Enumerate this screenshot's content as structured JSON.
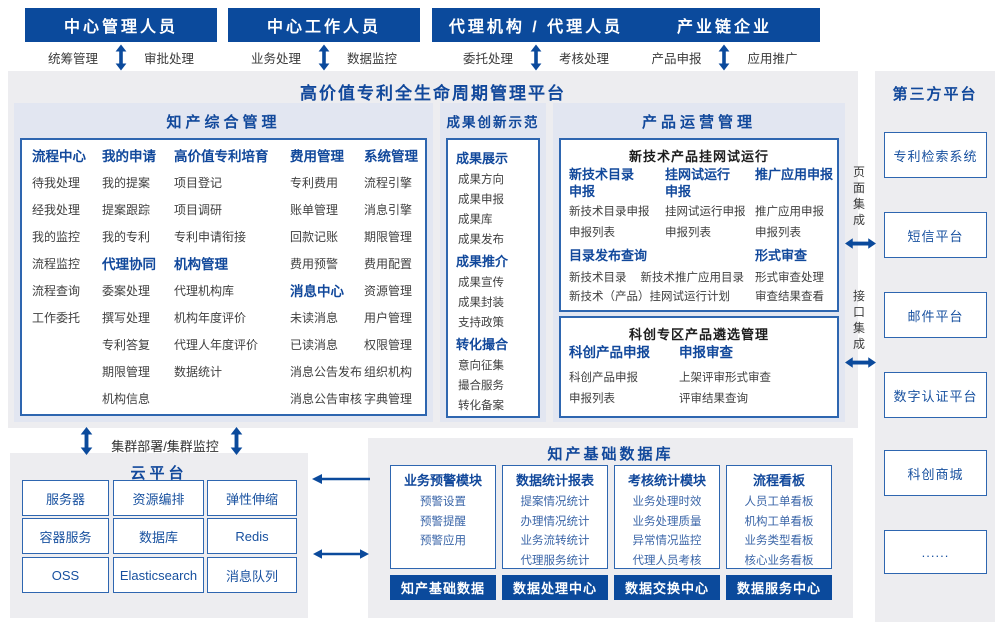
{
  "colors": {
    "primary": "#0b4a9c",
    "border": "#2e66b0",
    "heading": "#11489b",
    "panel_bg": "#e2e6f1",
    "container_bg": "#ededf0"
  },
  "actors": [
    {
      "title": "中心管理人员",
      "left": "统筹管理",
      "right": "审批处理"
    },
    {
      "title": "中心工作人员",
      "left": "业务处理",
      "right": "数据监控"
    },
    {
      "title": "代理机构 / 代理人员",
      "left": "委托处理",
      "right": "考核处理"
    },
    {
      "title": "产业链企业",
      "left": "产品申报",
      "right": "应用推广"
    }
  ],
  "platform_title": "高价值专利全生命周期管理平台",
  "ip_mgmt": {
    "title": "知产综合管理",
    "columns": [
      [
        {
          "t": "h",
          "x": "流程中心"
        },
        {
          "t": "i",
          "x": "待我处理"
        },
        {
          "t": "i",
          "x": "经我处理"
        },
        {
          "t": "i",
          "x": "我的监控"
        },
        {
          "t": "i",
          "x": "流程监控"
        },
        {
          "t": "i",
          "x": "流程查询"
        },
        {
          "t": "i",
          "x": "工作委托"
        }
      ],
      [
        {
          "t": "h",
          "x": "我的申请"
        },
        {
          "t": "i",
          "x": "我的提案"
        },
        {
          "t": "i",
          "x": "提案跟踪"
        },
        {
          "t": "i",
          "x": "我的专利"
        },
        {
          "t": "h",
          "x": "代理协同"
        },
        {
          "t": "i",
          "x": "委案处理"
        },
        {
          "t": "i",
          "x": "撰写处理"
        },
        {
          "t": "i",
          "x": "专利答复"
        },
        {
          "t": "i",
          "x": "期限管理"
        },
        {
          "t": "i",
          "x": "机构信息"
        }
      ],
      [
        {
          "t": "h",
          "x": "高价值专利培育"
        },
        {
          "t": "i",
          "x": "项目登记"
        },
        {
          "t": "i",
          "x": "项目调研"
        },
        {
          "t": "i",
          "x": "专利申请衔接"
        },
        {
          "t": "h",
          "x": "机构管理"
        },
        {
          "t": "i",
          "x": "代理机构库"
        },
        {
          "t": "i",
          "x": "机构年度评价"
        },
        {
          "t": "i",
          "x": "代理人年度评价"
        },
        {
          "t": "i",
          "x": "数据统计"
        }
      ],
      [
        {
          "t": "h",
          "x": "费用管理"
        },
        {
          "t": "i",
          "x": "专利费用"
        },
        {
          "t": "i",
          "x": "账单管理"
        },
        {
          "t": "i",
          "x": "回款记账"
        },
        {
          "t": "i",
          "x": "费用预警"
        },
        {
          "t": "h",
          "x": "消息中心"
        },
        {
          "t": "i",
          "x": "未读消息"
        },
        {
          "t": "i",
          "x": "已读消息"
        },
        {
          "t": "i",
          "x": "消息公告发布"
        },
        {
          "t": "i",
          "x": "消息公告审核"
        }
      ],
      [
        {
          "t": "h",
          "x": "系统管理"
        },
        {
          "t": "i",
          "x": "流程引擎"
        },
        {
          "t": "i",
          "x": "消息引擎"
        },
        {
          "t": "i",
          "x": "期限管理"
        },
        {
          "t": "i",
          "x": "费用配置"
        },
        {
          "t": "i",
          "x": "资源管理"
        },
        {
          "t": "i",
          "x": "用户管理"
        },
        {
          "t": "i",
          "x": "权限管理"
        },
        {
          "t": "i",
          "x": "组织机构"
        },
        {
          "t": "i",
          "x": "字典管理"
        }
      ]
    ]
  },
  "achievement": {
    "title": "成果创新示范",
    "groups": [
      {
        "header": "成果展示",
        "items": [
          "成果方向",
          "成果申报",
          "成果库",
          "成果发布"
        ]
      },
      {
        "header": "成果推介",
        "items": [
          "成果宣传",
          "成果封装",
          "支持政策"
        ]
      },
      {
        "header": "转化撮合",
        "items": [
          "意向征集",
          "撮合服务",
          "转化备案"
        ]
      }
    ]
  },
  "product_ops": {
    "title": "产品运营管理",
    "box1": {
      "title": "新技术产品挂网试运行",
      "cols": [
        {
          "header": "新技术目录申报",
          "items": [
            "新技术目录申报",
            "申报列表"
          ]
        },
        {
          "header": "挂网试运行申报",
          "items": [
            "挂网试运行申报",
            "申报列表"
          ]
        },
        {
          "header": "推广应用申报",
          "items": [
            "推广应用申报",
            "申报列表"
          ]
        }
      ],
      "catalog": {
        "header": "目录发布查询",
        "line1a": "新技术目录",
        "line1b": "新技术推广应用目录",
        "line2": "新技术（产品）挂网试运行计划"
      },
      "review": {
        "header": "形式审查",
        "items": [
          "形式审查处理",
          "审查结果查看"
        ]
      }
    },
    "box2": {
      "title": "科创专区产品遴选管理",
      "cols": [
        {
          "header": "科创产品申报",
          "items": [
            "科创产品申报",
            "申报列表"
          ]
        },
        {
          "header": "申报审查",
          "items": [
            "上架评审形式审查",
            "评审结果查询"
          ]
        }
      ]
    }
  },
  "integration": {
    "page_label": "页面集成",
    "api_label": "接口集成"
  },
  "third_party": {
    "title": "第三方平台",
    "boxes": [
      "专利检索系统",
      "短信平台",
      "邮件平台",
      "数字认证平台",
      "科创商城",
      "......"
    ]
  },
  "cluster_label": "集群部署/集群监控",
  "cloud": {
    "title": "云平台",
    "boxes": [
      "服务器",
      "资源编排",
      "弹性伸缩",
      "容器服务",
      "数据库",
      "Redis",
      "OSS",
      "Elasticsearch",
      "消息队列"
    ]
  },
  "database": {
    "title": "知产基础数据库",
    "columns": [
      {
        "header": "业务预警模块",
        "items": [
          "预警设置",
          "预警提醒",
          "预警应用"
        ],
        "footer": "知产基础数据"
      },
      {
        "header": "数据统计报表",
        "items": [
          "提案情况统计",
          "办理情况统计",
          "业务流转统计",
          "代理服务统计"
        ],
        "footer": "数据处理中心"
      },
      {
        "header": "考核统计模块",
        "items": [
          "业务处理时效",
          "业务处理质量",
          "异常情况监控",
          "代理人员考核"
        ],
        "footer": "数据交换中心"
      },
      {
        "header": "流程看板",
        "items": [
          "人员工单看板",
          "机构工单看板",
          "业务类型看板",
          "核心业务看板"
        ],
        "footer": "数据服务中心"
      }
    ]
  }
}
